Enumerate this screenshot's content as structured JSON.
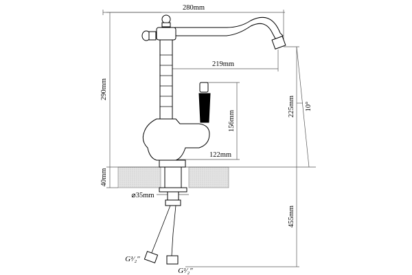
{
  "diagram": {
    "dimensions": {
      "spout_reach": "280mm",
      "spout_inner_reach": "219mm",
      "total_height": "290mm",
      "spout_height": "225mm",
      "swivel_angle": "10°",
      "handle_height": "156mm",
      "handle_reach": "122mm",
      "deck_thickness": "40mm",
      "hole_diameter": "⌀35mm",
      "hose_length": "455mm"
    },
    "connections": {
      "left_label": "G¹⁄₂″",
      "right_label": "G¹⁄₂″"
    },
    "colors": {
      "handle_grip": "#000000",
      "deck_hatch": "#d9d9d9"
    }
  }
}
